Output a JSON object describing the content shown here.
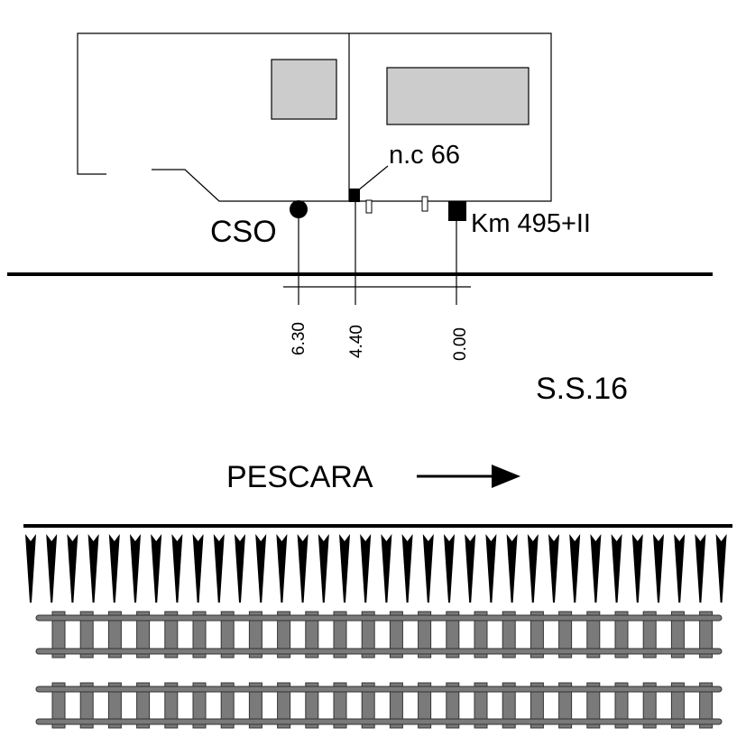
{
  "labels": {
    "cso": "CSO",
    "civic_number": "n.c 66",
    "km_marker": "Km 495+II",
    "road": "S.S.16",
    "direction": "PESCARA"
  },
  "dimensions": [
    "6.30",
    "4.40",
    "0.00"
  ],
  "colors": {
    "ink": "#000000",
    "window_fill": "#cccccc",
    "rail": "#7a7a7a",
    "rail_outline": "#333333"
  },
  "icons": {
    "direction_arrow": "arrow-right-icon",
    "cso_marker": "filled-circle-icon",
    "km_marker": "filled-square-icon"
  }
}
